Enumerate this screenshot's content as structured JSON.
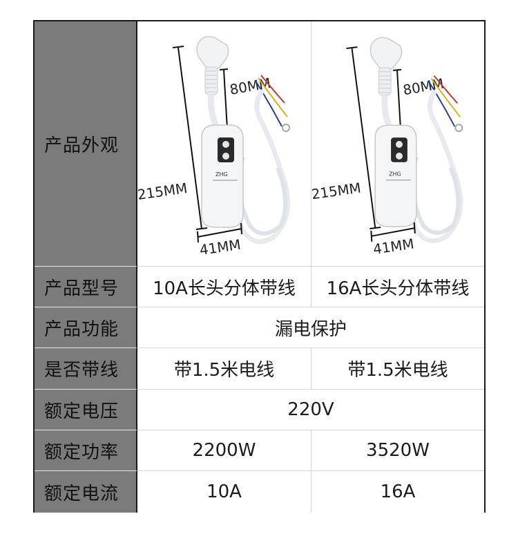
{
  "rows": {
    "appearance": {
      "label": "产品外观"
    },
    "model": {
      "label": "产品型号",
      "left": "10A长头分体带线",
      "right": "16A长头分体带线"
    },
    "function": {
      "label": "产品功能",
      "value": "漏电保护"
    },
    "with_cable": {
      "label": "是否带线",
      "left": "带1.5米电线",
      "right": "带1.5米电线"
    },
    "rated_voltage": {
      "label": "额定电压",
      "value": "220V"
    },
    "rated_power": {
      "label": "额定功率",
      "left": "2200W",
      "right": "3520W"
    },
    "rated_current": {
      "label": "额定电流",
      "left": "10A",
      "right": "16A"
    }
  },
  "products": [
    {
      "dim_length": "215MM",
      "dim_lead": "80MM",
      "dim_width": "41MM",
      "brand_mark": "ZHG"
    },
    {
      "dim_length": "215MM",
      "dim_lead": "80MM",
      "dim_width": "41MM",
      "brand_mark": "ZHG"
    }
  ],
  "colors": {
    "header_bg": "#7b7b7b",
    "border": "#1a1a1a",
    "product_body": "#f4f5f7"
  }
}
